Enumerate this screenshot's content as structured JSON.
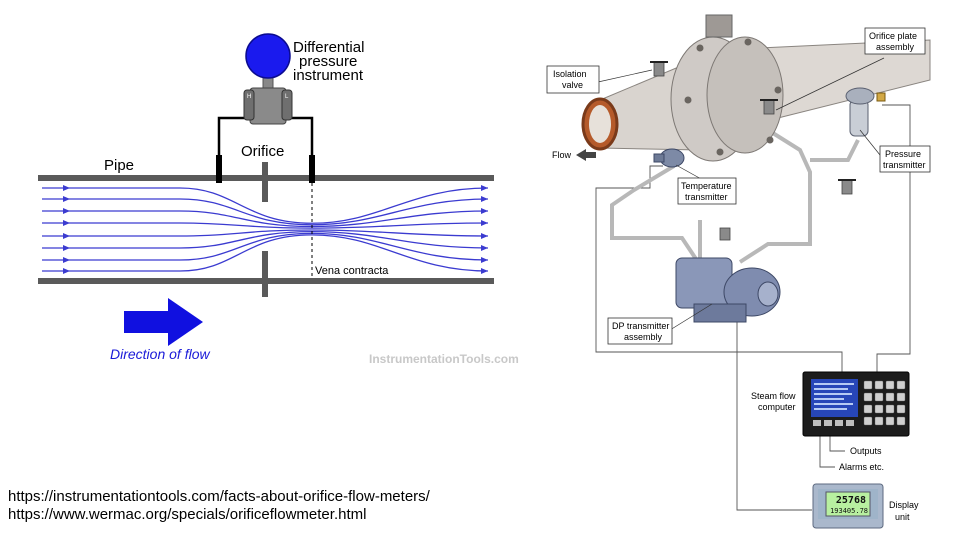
{
  "left_diagram": {
    "instrument_label_lines": [
      "Differential",
      "pressure",
      "instrument"
    ],
    "pipe_label": "Pipe",
    "orifice_label": "Orifice",
    "vena_contracta_label": "Vena contracta",
    "direction_label": "Direction of flow",
    "watermark": "InstrumentationTools.com",
    "colors": {
      "flow_lines": "#3b3bd0",
      "arrow": "#1010e0",
      "instrument_ball": "#1a1aee",
      "pipe_wall": "#555555"
    }
  },
  "right_diagram": {
    "isolation_valve_lines": [
      "Isolation",
      "valve"
    ],
    "orifice_plate_lines": [
      "Orifice plate",
      "assembly"
    ],
    "flow_label": "Flow",
    "pressure_transmitter_lines": [
      "Pressure",
      "transmitter"
    ],
    "temperature_transmitter_lines": [
      "Temperature",
      "transmitter"
    ],
    "dp_transmitter_lines": [
      "DP transmitter",
      "assembly"
    ],
    "steam_flow_computer_lines": [
      "Steam flow",
      "computer"
    ],
    "outputs_label": "Outputs",
    "alarms_label": "Alarms etc.",
    "display_unit_lines": [
      "Display",
      "unit"
    ],
    "display_readout_lines": [
      "25768",
      "193405.78"
    ]
  },
  "sources": [
    "https://instrumentationtools.com/facts-about-orifice-flow-meters/",
    "https://www.wermac.org/specials/orificeflowmeter.html"
  ]
}
